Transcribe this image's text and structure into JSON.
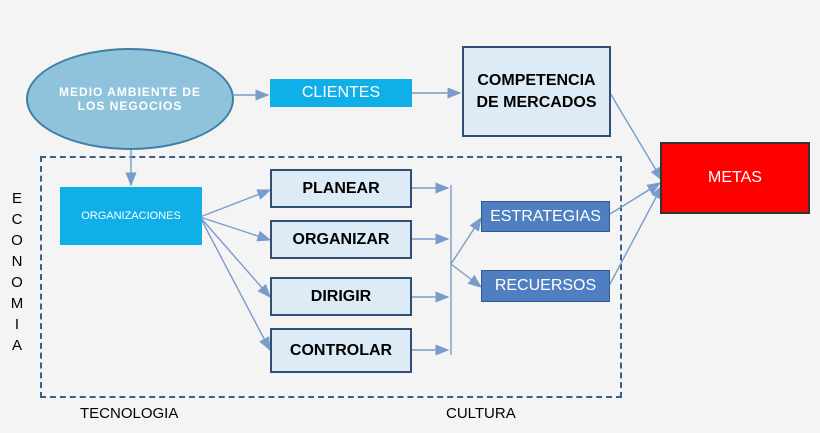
{
  "nodes": {
    "medio": "MEDIO AMBIENTE DE LOS NEGOCIOS",
    "clientes": "CLIENTES",
    "competencia": "COMPETENCIA DE MERCADOS",
    "metas": "METAS",
    "organizaciones": "ORGANIZACIONES",
    "planear": "PLANEAR",
    "organizar": "ORGANIZAR",
    "dirigir": "DIRIGIR",
    "controlar": "CONTROLAR",
    "estrategias": "ESTRATEGIAS",
    "recursos": "RECUERSOS"
  },
  "labels": {
    "economia": "E C O N O M I A",
    "tecnologia": "TECNOLOGIA",
    "cultura": "CULTURA"
  },
  "colors": {
    "ellipse_fill": "#8fc3dc",
    "cyan_fill": "#0fb0e8",
    "pale_fill": "#dcebf5",
    "mid_fill": "#4f7fc0",
    "metas_fill": "#ff0000",
    "arrow": "#7a9ccc",
    "frame": "#3d5e87"
  }
}
